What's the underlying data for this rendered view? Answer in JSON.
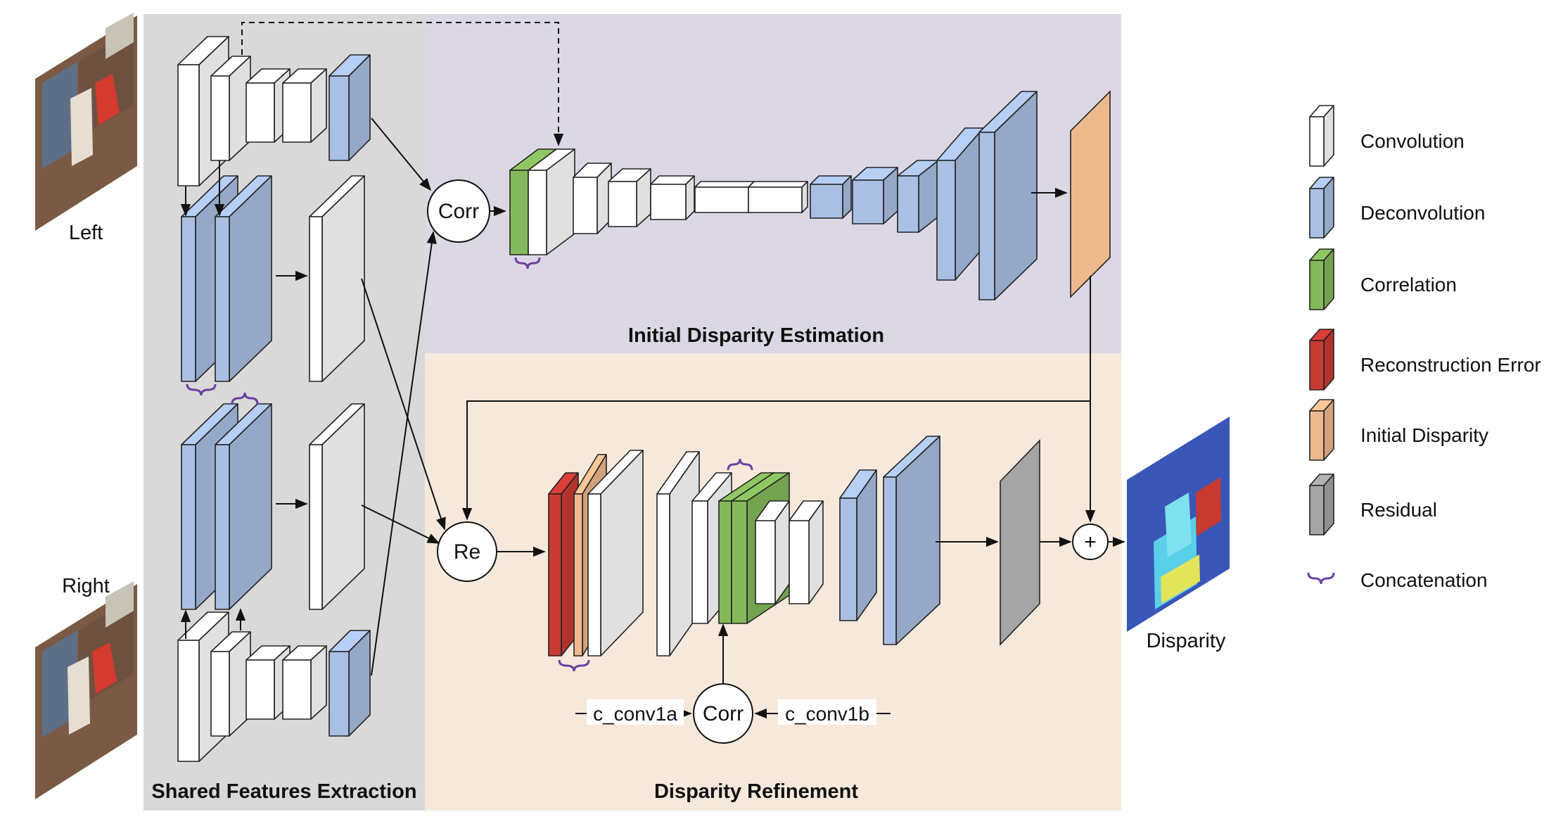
{
  "colors": {
    "shared_bg": "#d9d9d9",
    "initial_bg": "#dcd7e4",
    "refine_bg": "#f6e9dc",
    "convolution": "#ffffff",
    "deconvolution": "#a9bfe3",
    "correlation": "#84b95b",
    "reconstruction_error": "#c93a34",
    "initial_disparity": "#eeb88d",
    "residual": "#a5a5a5",
    "concatenation": "#6b3fa0"
  },
  "inputs": {
    "left_label": "Left",
    "right_label": "Right"
  },
  "output": {
    "label": "Disparity"
  },
  "sections": {
    "shared": "Shared Features Extraction",
    "initial": "Initial Disparity Estimation",
    "refinement": "Disparity Refinement"
  },
  "nodes": {
    "corr_top": "Corr",
    "re": "Re",
    "corr_bottom": "Corr",
    "plus": "+",
    "c_conv1a": "c_conv1a",
    "c_conv1b": "c_conv1b"
  },
  "legend": [
    {
      "label": "Convolution",
      "icon": "white-block-icon"
    },
    {
      "label": "Deconvolution",
      "icon": "blue-block-icon"
    },
    {
      "label": "Correlation",
      "icon": "green-block-icon"
    },
    {
      "label": "Reconstruction Error",
      "icon": "red-block-icon"
    },
    {
      "label": "Initial Disparity",
      "icon": "orange-block-icon"
    },
    {
      "label": "Residual",
      "icon": "gray-block-icon"
    },
    {
      "label": "Concatenation",
      "icon": "brace-icon"
    }
  ]
}
